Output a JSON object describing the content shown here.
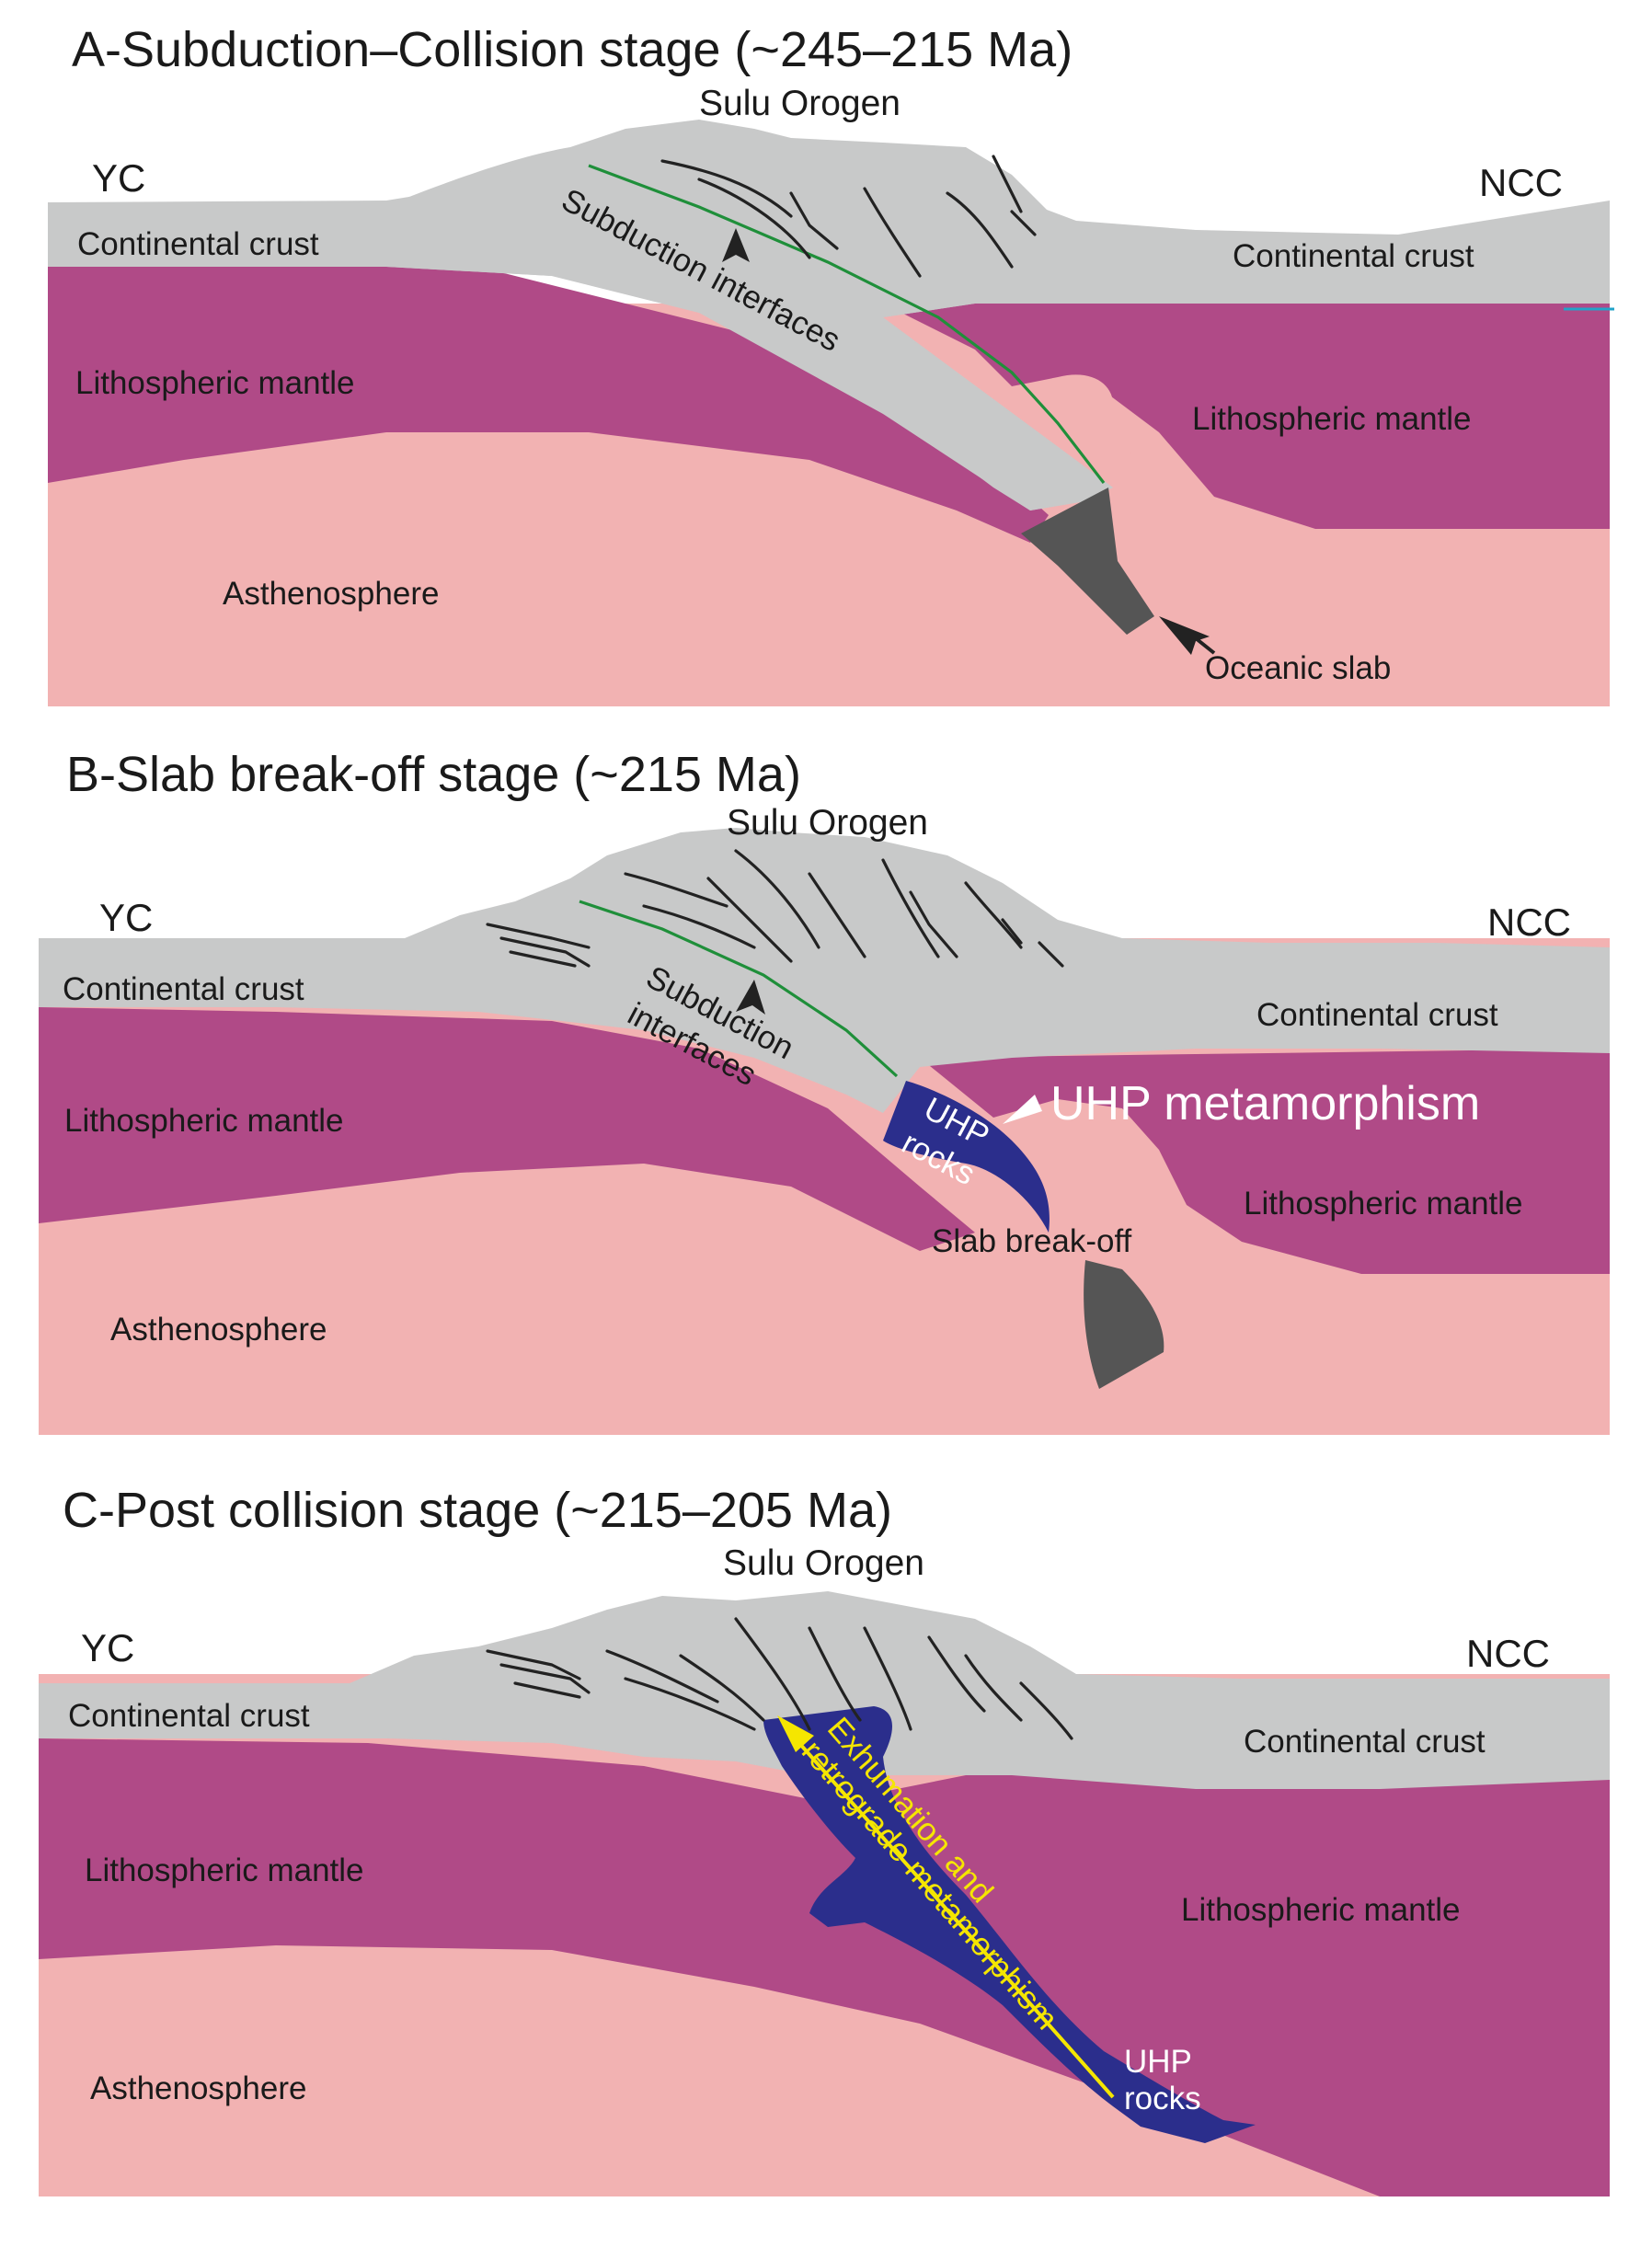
{
  "panel_a": {
    "title": "A-Subduction–Collision stage (~245–215 Ma)",
    "orogen": "Sulu Orogen",
    "left_plate": "YC",
    "right_plate": "NCC",
    "crust_left": "Continental crust",
    "crust_right": "Continental crust",
    "mantle_left": "Lithospheric mantle",
    "mantle_right": "Lithospheric mantle",
    "asthenosphere": "Asthenosphere",
    "interfaces": "Subduction interfaces",
    "slab": "Oceanic slab"
  },
  "panel_b": {
    "title": "B-Slab break-off stage (~215 Ma)",
    "orogen": "Sulu Orogen",
    "left_plate": "YC",
    "right_plate": "NCC",
    "crust_left": "Continental crust",
    "crust_right": "Continental crust",
    "mantle_left": "Lithospheric mantle",
    "mantle_right": "Lithospheric mantle",
    "asthenosphere": "Asthenosphere",
    "interfaces_line1": "Subduction",
    "interfaces_line2": "interfaces",
    "uhp_line1": "UHP",
    "uhp_line2": "rocks",
    "uhp_meta": "UHP metamorphism",
    "breakoff": "Slab break-off"
  },
  "panel_c": {
    "title": "C-Post collision stage (~215–205 Ma)",
    "orogen": "Sulu Orogen",
    "left_plate": "YC",
    "right_plate": "NCC",
    "crust_left": "Continental crust",
    "crust_right": "Continental crust",
    "mantle_left": "Lithospheric mantle",
    "mantle_right": "Lithospheric mantle",
    "asthenosphere": "Asthenosphere",
    "exhum_line1": "Exhumation and",
    "exhum_line2": "retrograde metamorphism",
    "uhp_line1": "UHP",
    "uhp_line2": "rocks"
  },
  "colors": {
    "crust": "#c8c9c9",
    "lithospheric_mantle": "#b04a87",
    "asthenosphere": "#f2b2b2",
    "oceanic_slab": "#555555",
    "uhp_rocks": "#2b2e8c",
    "subduction_interface": "#1f8f3a",
    "exhumation_arrow": "#f5e600"
  }
}
